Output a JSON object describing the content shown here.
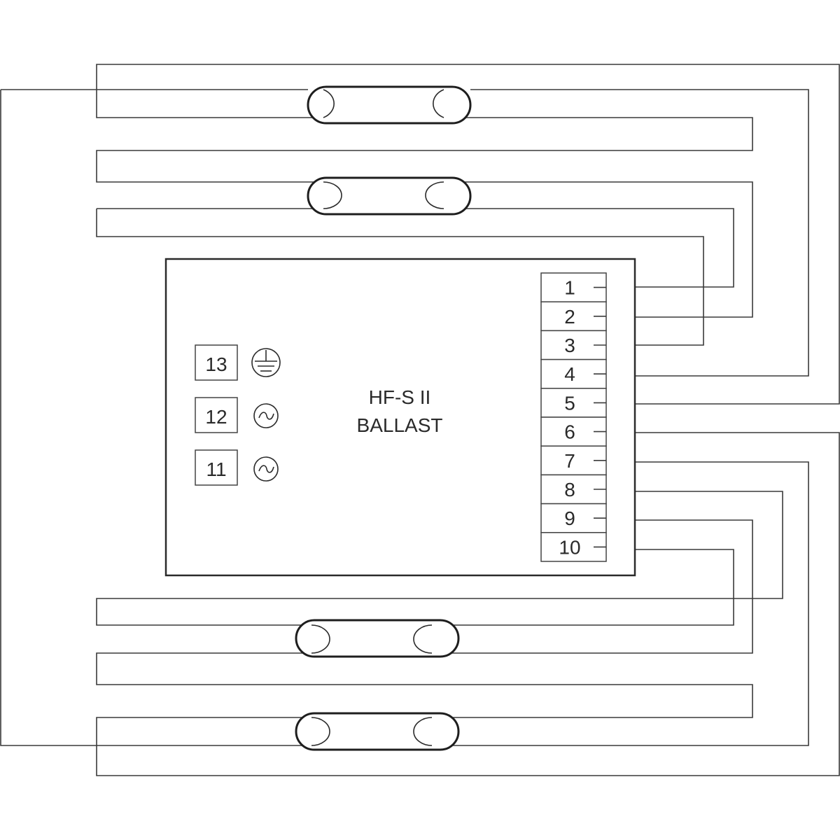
{
  "ballast": {
    "line1": "HF-S II",
    "line2": "BALLAST"
  },
  "output_terminals": [
    "1",
    "2",
    "3",
    "4",
    "5",
    "6",
    "7",
    "8",
    "9",
    "10"
  ],
  "input_terminals": [
    {
      "label": "13",
      "symbol": "earth-ground"
    },
    {
      "label": "12",
      "symbol": "ac-tilde"
    },
    {
      "label": "11",
      "symbol": "ac-tilde"
    }
  ],
  "colors": {
    "line": "#2a2a2a",
    "background": "#ffffff"
  }
}
